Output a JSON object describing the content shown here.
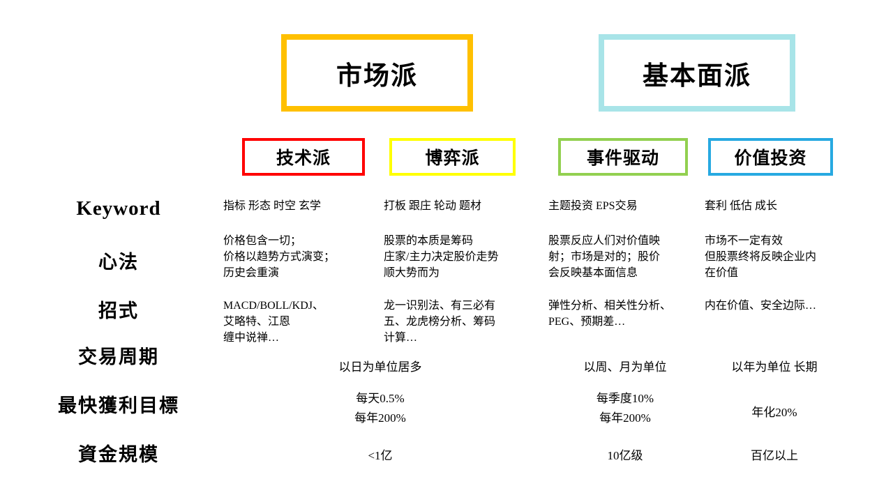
{
  "groups": [
    {
      "label": "市场派",
      "color": "#FFC000"
    },
    {
      "label": "基本面派",
      "color": "#A8E4E8"
    }
  ],
  "schools": [
    {
      "label": "技术派",
      "color": "#FF0000"
    },
    {
      "label": "博弈派",
      "color": "#FFFF00"
    },
    {
      "label": "事件驱动",
      "color": "#92D050"
    },
    {
      "label": "价值投资",
      "color": "#27A9E1"
    }
  ],
  "row_labels": {
    "keyword": "Keyword",
    "mindset": "心法",
    "technique": "招式",
    "cycle": "交易周期",
    "profit": "最快獲利目標",
    "capital": "資金規模"
  },
  "cells": {
    "keyword": [
      "指标 形态 时空 玄学",
      "打板 跟庄 轮动 题材",
      "主题投资 EPS交易",
      "套利 低估 成长"
    ],
    "mindset": [
      "价格包含一切；\n价格以趋势方式演变；\n历史会重演",
      "股票的本质是筹码\n庄家/主力决定股价走势\n顺大势而为",
      "股票反应人们对价值映\n射；市场是对的；股价\n会反映基本面信息",
      "市场不一定有效\n但股票终将反映企业内\n在价值"
    ],
    "technique": [
      "MACD/BOLL/KDJ、\n艾略特、江恩\n缠中说禅…",
      "龙一识别法、有三必有\n五、龙虎榜分析、筹码\n计算…",
      "弹性分析、相关性分析、\nPEG、预期差…",
      "内在价值、安全边际…"
    ],
    "cycle": {
      "market": "以日为单位居多",
      "event": "以周、月为单位",
      "value": "以年为单位 长期"
    },
    "profit": {
      "market": "每天0.5%\n每年200%",
      "event": "每季度10%\n每年200%",
      "value": "年化20%"
    },
    "capital": {
      "market": "<1亿",
      "event": "10亿级",
      "value": "百亿以上"
    }
  }
}
